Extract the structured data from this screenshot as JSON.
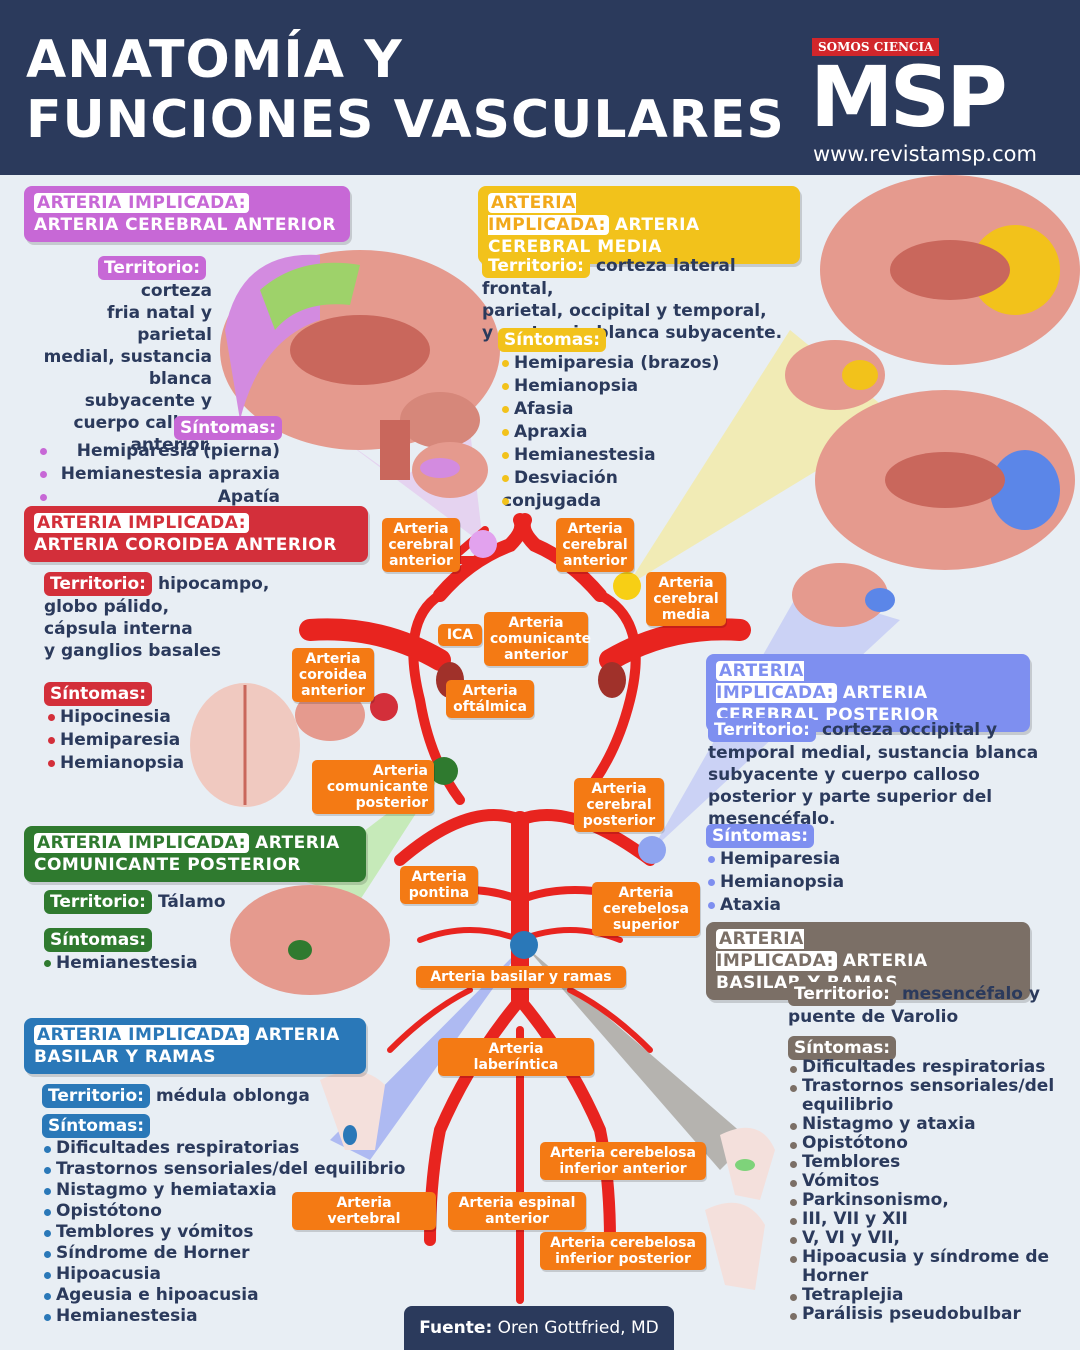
{
  "header": {
    "title_line1": "ANATOMÍA Y",
    "title_line2": "FUNCIONES VASCULARES",
    "logo_tag": "SOMOS CIENCIA",
    "logo": "MSP",
    "url": "www.revistamsp.com"
  },
  "common": {
    "arteria_implicada": "ARTERIA IMPLICADA:",
    "territorio": "Territorio:",
    "sintomas": "Síntomas:"
  },
  "sections": {
    "aca": {
      "color": "#c768d6",
      "artery": "ARTERIA CEREBRAL ANTERIOR",
      "territory": [
        "corteza",
        "fria natal y parietal",
        "medial, sustancia",
        "blanca",
        "subyacente y",
        "cuerpo calloso",
        "anterior."
      ],
      "symptoms": [
        "Hemiparesia (pierna)",
        "Hemianestesia apraxia",
        "Apatía"
      ]
    },
    "mca": {
      "color": "#f2c21b",
      "artery_line1": "ARTERIA",
      "artery_line2": "CEREBRAL MEDIA",
      "territory": [
        "corteza lateral frontal,",
        "parietal, occipital y temporal,",
        "y sustancia blanca subyacente."
      ],
      "symptoms": [
        "Hemiparesia (brazos)",
        "Hemianopsia",
        "Afasia",
        "Apraxia",
        "Hemianestesia",
        "Desviación",
        "conjugada"
      ]
    },
    "achor": {
      "color": "#d32f3a",
      "artery": "ARTERIA COROIDEA ANTERIOR",
      "territory": [
        "hipocampo,",
        "globo pálido,",
        "cápsula interna",
        "y ganglios basales"
      ],
      "symptoms": [
        "Hipocinesia",
        "Hemiparesia",
        "Hemianopsia"
      ]
    },
    "pca": {
      "color": "#7e8ff0",
      "artery_line1": "ARTERIA",
      "artery_line2": "CEREBRAL POSTERIOR",
      "territory": [
        "corteza occipital y",
        "temporal medial, sustancia blanca",
        "subyacente y cuerpo calloso",
        "posterior y parte superior del",
        "mesencéfalo."
      ],
      "symptoms": [
        "Hemiparesia",
        "Hemianopsia",
        "Ataxia"
      ]
    },
    "pcom": {
      "color": "#2f7a2f",
      "artery_line1": "ARTERIA",
      "artery_line2": "COMUNICANTE POSTERIOR",
      "territory": "Tálamo",
      "symptoms": [
        "Hemianestesia"
      ]
    },
    "basilar_right": {
      "color": "#7b6f66",
      "artery_line1": "ARTERIA",
      "artery_line2": "BASILAR Y RAMAS",
      "territory": [
        "mesencéfalo y",
        "puente de Varolio"
      ],
      "symptoms": [
        "Dificultades respiratorias",
        "Trastornos sensoriales/del",
        "equilibrio",
        "Nistagmo y ataxia",
        "Opistótono",
        "Temblores",
        "Vómitos",
        "Parkinsonismo,",
        "III, VII y XII",
        "V, VI y VII,",
        "Hipoacusia y síndrome de",
        "Horner",
        "Tetraplejia",
        "Parálisis pseudobulbar"
      ]
    },
    "basilar_left": {
      "color": "#2a78b8",
      "artery_line1": "ARTERIA",
      "artery_line2": "BASILAR Y RAMAS",
      "territory": "médula oblonga",
      "symptoms": [
        "Dificultades respiratorias",
        "Trastornos sensoriales/del equilibrio",
        "Nistagmo y hemiataxia",
        "Opistótono",
        "Temblores y vómitos",
        "Síndrome de Horner",
        "Hipoacusia",
        "Ageusia e hipoacusia",
        "Hemianestesia"
      ]
    }
  },
  "artery_labels": {
    "aca_left": [
      "Arteria",
      "cerebral",
      "anterior"
    ],
    "aca_right": [
      "Arteria",
      "cerebral",
      "anterior"
    ],
    "mca": [
      "Arteria",
      "cerebral",
      "media"
    ],
    "ica": [
      "ICA"
    ],
    "acom": [
      "Arteria",
      "comunicante",
      "anterior"
    ],
    "achor": [
      "Arteria",
      "coroidea",
      "anterior"
    ],
    "ophthalmic": [
      "Arteria",
      "oftálmica"
    ],
    "pcom": [
      "Arteria",
      "comunicante",
      "posterior"
    ],
    "pca": [
      "Arteria",
      "cerebral",
      "posterior"
    ],
    "pontine": [
      "Arteria",
      "pontina"
    ],
    "sca": [
      "Arteria",
      "cerebelosa",
      "superior"
    ],
    "basilar": [
      "Arteria basilar y ramas"
    ],
    "labyrinthine": [
      "Arteria laberíntica"
    ],
    "aica": [
      "Arteria cerebelosa",
      "inferior anterior"
    ],
    "vertebral": [
      "Arteria vertebral"
    ],
    "spinal": [
      "Arteria espinal",
      "anterior"
    ],
    "pica": [
      "Arteria cerebelosa",
      "inferior posterior"
    ]
  },
  "source": {
    "label": "Fuente:",
    "author": "Oren Gottfried, MD"
  }
}
